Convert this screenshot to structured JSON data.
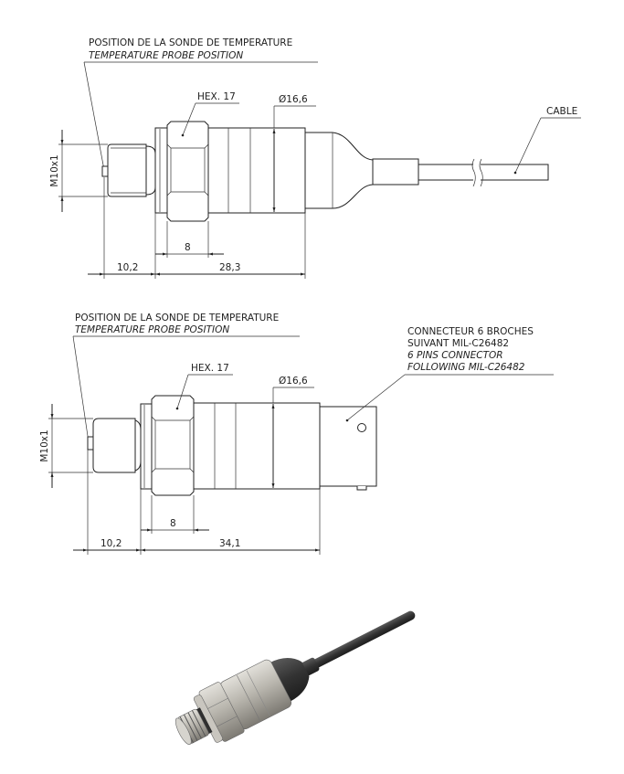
{
  "top_drawing": {
    "probe_label_fr": "POSITION DE LA SONDE DE TEMPERATURE",
    "probe_label_en": "TEMPERATURE PROBE POSITION",
    "hex_label": "HEX. 17",
    "diameter_label": "Ø16,6",
    "thread_label": "M10x1",
    "cable_label": "CABLE",
    "dim_hex_width": "8",
    "dim_probe_offset": "10,2",
    "dim_body_length": "28,3"
  },
  "bottom_drawing": {
    "probe_label_fr": "POSITION DE LA SONDE DE TEMPERATURE",
    "probe_label_en": "TEMPERATURE PROBE POSITION",
    "hex_label": "HEX. 17",
    "diameter_label": "Ø16,6",
    "thread_label": "M10x1",
    "connector_label_fr_1": "CONNECTEUR 6 BROCHES",
    "connector_label_fr_2": "SUIVANT MIL-C26482",
    "connector_label_en_1": "6 PINS CONNECTOR",
    "connector_label_en_2": "FOLLOWING MIL-C26482",
    "dim_hex_width": "8",
    "dim_probe_offset": "10,2",
    "dim_body_length": "34,1"
  },
  "colors": {
    "line": "#222222",
    "metal": "#b9b6ae",
    "rubber": "#3a3a3a"
  }
}
